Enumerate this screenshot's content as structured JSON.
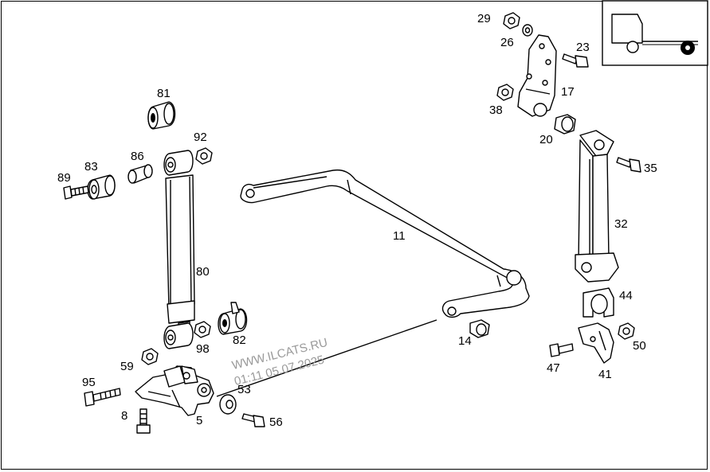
{
  "part_labels": {
    "p29": "29",
    "p26": "26",
    "p23": "23",
    "p17": "17",
    "p38": "38",
    "p20": "20",
    "p35": "35",
    "p32": "32",
    "p44": "44",
    "p50": "50",
    "p47": "47",
    "p41": "41",
    "p14": "14",
    "p11": "11",
    "p81": "81",
    "p92": "92",
    "p86": "86",
    "p83": "83",
    "p89": "89",
    "p80": "80",
    "p98": "98",
    "p82": "82",
    "p59": "59",
    "p95": "95",
    "p8": "8",
    "p5": "5",
    "p53": "53",
    "p56": "56"
  },
  "watermark": {
    "line1": "WWW.ILCATS.RU",
    "line2": "01:11 05.07.2025"
  },
  "thumbnail": {
    "description_icon": "truck-rear-axle-icon",
    "highlight_color": "#000000"
  }
}
